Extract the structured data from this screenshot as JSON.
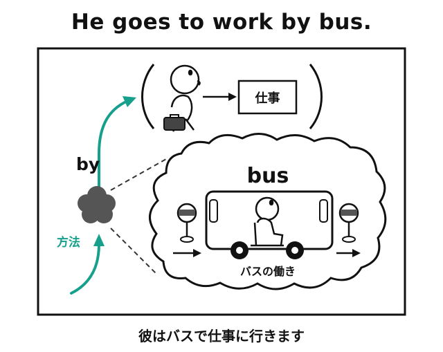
{
  "title": "He goes to work by bus.",
  "caption": "彼はバスで仕事に行きます",
  "labels": {
    "by": "by",
    "method": "方法",
    "work": "仕事",
    "bus": "bus",
    "bus_function": "バスの働き"
  },
  "colors": {
    "accent": "#16a08c",
    "ink": "#111111",
    "cloud_fill": "#555555"
  },
  "icons": [
    "person-walking-icon",
    "briefcase-icon",
    "bus-icon",
    "bus-stop-icon",
    "person-sitting-icon",
    "arrow-right-icon"
  ]
}
